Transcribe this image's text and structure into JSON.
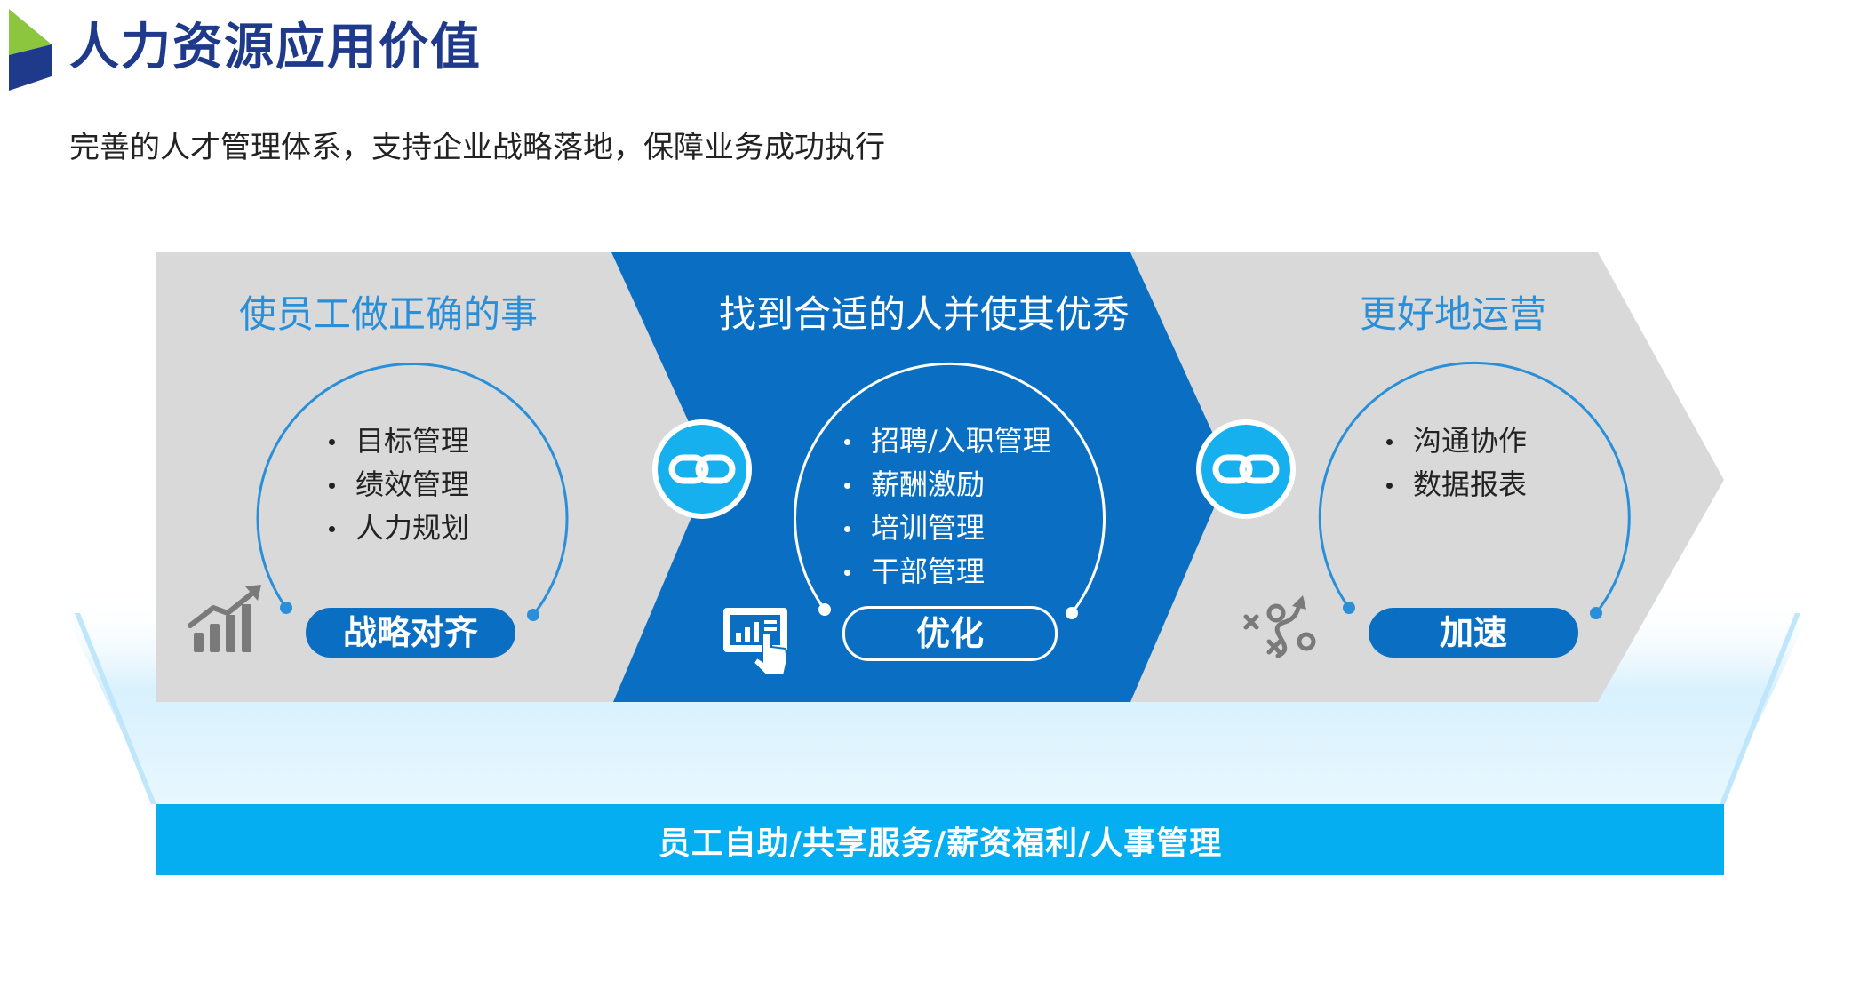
{
  "header": {
    "title": "人力资源应用价值",
    "subtitle": "完善的人才管理体系，支持企业战略落地，保障业务成功执行"
  },
  "stages": [
    {
      "heading": "使员工做正确的事",
      "items": [
        "目标管理",
        "绩效管理",
        "人力规划"
      ],
      "badge": "战略对齐",
      "icon": "growth-chart-icon"
    },
    {
      "heading": "找到合适的人并使其优秀",
      "items": [
        "招聘/入职管理",
        "薪酬激励",
        "培训管理",
        "干部管理"
      ],
      "badge": "优化",
      "icon": "touch-screen-icon"
    },
    {
      "heading": "更好地运营",
      "items": [
        "沟通协作",
        "数据报表"
      ],
      "badge": "加速",
      "icon": "strategy-play-icon"
    }
  ],
  "connectors": [
    "link-icon",
    "link-icon"
  ],
  "base": {
    "label": "员工自助/共享服务/薪资福利/人事管理"
  },
  "colors": {
    "title": "#1f3a8a",
    "gray_panel": "#d9d9d9",
    "blue_panel": "#0a6fc2",
    "badge_blue": "#0a6fc2",
    "connector": "#17b0ef",
    "base_bar": "#04aef0",
    "base_glow": "#cfeefc",
    "logo_green": "#8cc63f",
    "logo_navy": "#1f3a8a"
  }
}
